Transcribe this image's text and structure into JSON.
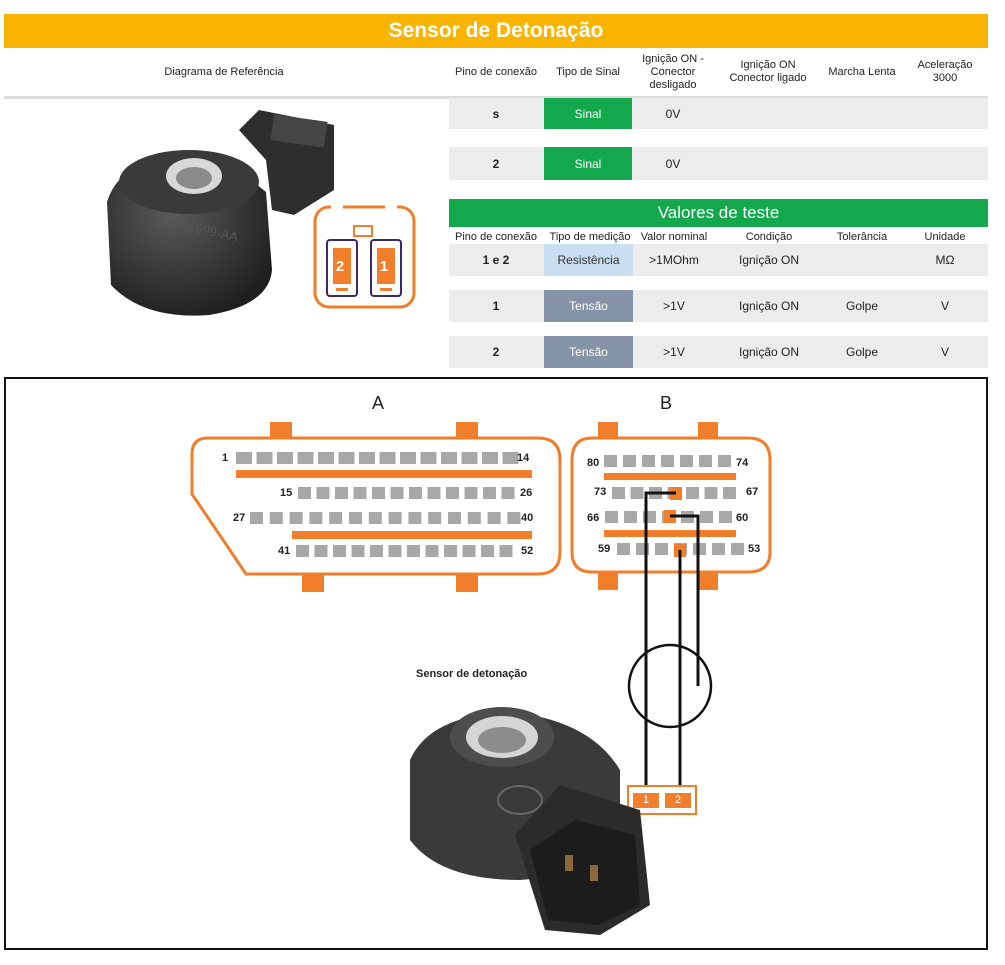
{
  "banner": {
    "title": "Sensor de Detonação"
  },
  "header": {
    "diagram": "Diagrama de Referência",
    "pin": "Pino de conexão",
    "signal_type": "Tipo de Sinal",
    "ign_off": "Ignição ON - Conector desligado",
    "ign_on": "Ignição ON Conector ligado",
    "idle": "Marcha Lenta",
    "accel": "Aceleração 3000"
  },
  "signal_rows": [
    {
      "pin": "s",
      "type": "Sinal",
      "ign_off": "0V"
    },
    {
      "pin": "2",
      "type": "Sinal",
      "ign_off": "0V"
    }
  ],
  "test_values": {
    "title": "Valores de teste",
    "headers": [
      "Pino de conexão",
      "Tipo de medição",
      "Valor nominal",
      "Condição",
      "Tolerância",
      "Unidade"
    ],
    "rows": [
      {
        "pin": "1 e 2",
        "measure": "Resistência",
        "nominal": ">1MOhm",
        "condition": "Ignição ON",
        "tolerance": "",
        "unit": "MΩ"
      },
      {
        "pin": "1",
        "measure": "Tensão",
        "nominal": ">1V",
        "condition": "Ignição ON",
        "tolerance": "Golpe",
        "unit": "V"
      },
      {
        "pin": "2",
        "measure": "Tensão",
        "nominal": ">1V",
        "condition": "Ignição ON",
        "tolerance": "Golpe",
        "unit": "V"
      }
    ]
  },
  "connector_ref": {
    "pin_left": "2",
    "pin_right": "1"
  },
  "wiring": {
    "connector_a": {
      "label": "A",
      "pins": [
        "1",
        "14",
        "15",
        "26",
        "27",
        "40",
        "41",
        "52"
      ]
    },
    "connector_b": {
      "label": "B",
      "pins": [
        "80",
        "74",
        "73",
        "67",
        "66",
        "60",
        "59",
        "53"
      ]
    },
    "sensor_label": "Sensor de detonação",
    "sensor_pins": [
      "1",
      "2"
    ]
  },
  "colors": {
    "banner": "#f8b400",
    "green": "#12a84b",
    "orange": "#f07e2a",
    "pin_gray": "#a8a8a8"
  }
}
